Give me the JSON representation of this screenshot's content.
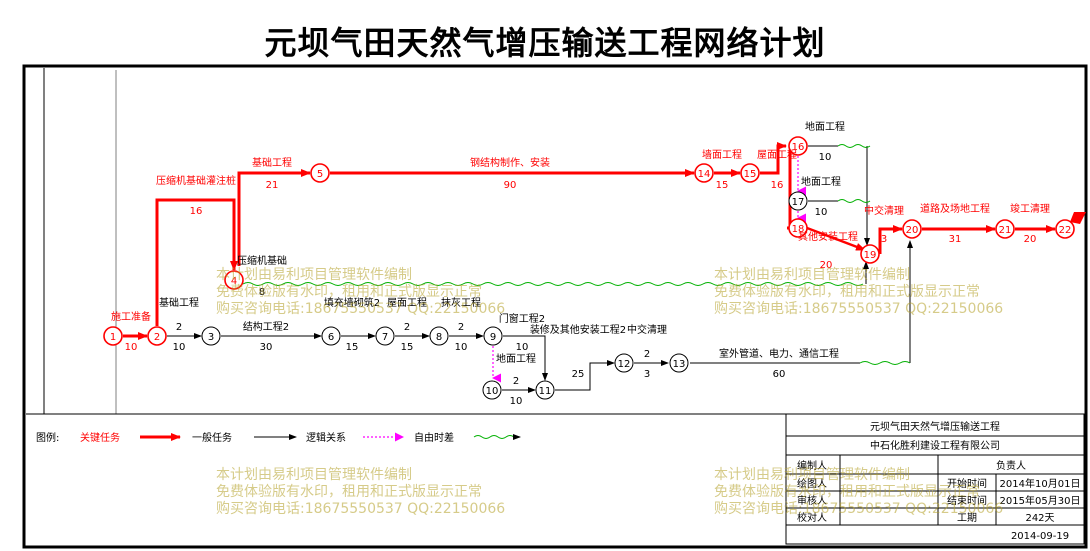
{
  "title": "元坝气田天然气增压输送工程网络计划",
  "nodes": [
    "1",
    "2",
    "3",
    "4",
    "5",
    "6",
    "7",
    "8",
    "9",
    "10",
    "11",
    "12",
    "13",
    "14",
    "15",
    "16",
    "17",
    "18",
    "19",
    "20",
    "21",
    "22"
  ],
  "tasks": {
    "t1_2": {
      "name": "施工准备",
      "dur": "10"
    },
    "t2_4": {
      "name": "压缩机基础灌注桩",
      "dur": "16"
    },
    "t4_5": {
      "name": "基础工程",
      "dur": "21"
    },
    "t5_14": {
      "name": "钢结构制作、安装",
      "dur": "90"
    },
    "t14_15": {
      "name": "墙面工程",
      "dur": "15"
    },
    "t15_16": {
      "name": "屋面工程",
      "dur": "16"
    },
    "t16_19": {
      "name": "地面工程",
      "dur": "10"
    },
    "t17_19": {
      "name": "地面工程",
      "dur": "10"
    },
    "t18_19": {
      "name": "其他安装工程",
      "dur": "20"
    },
    "t19_20": {
      "name": "中交清理",
      "n": "3"
    },
    "t20_21": {
      "name": "道路及场地工程",
      "dur": "31"
    },
    "t21_22": {
      "name": "竣工清理",
      "dur": "20"
    },
    "t4_above": {
      "name": "压缩机基础",
      "n": "8"
    },
    "t2_3": {
      "name": "基础工程",
      "n": "2",
      "dur": "10"
    },
    "t3_6": {
      "name": "结构工程2",
      "dur": "30"
    },
    "t6_7": {
      "name": "填充墙砌筑2",
      "dur": "15"
    },
    "t7_8": {
      "name": "屋面工程",
      "n": "2",
      "dur": "15"
    },
    "t8_9": {
      "name": "抹灰工程",
      "n": "2",
      "dur": "10"
    },
    "t9_11": {
      "name": "门窗工程2",
      "dur": "10"
    },
    "t10_11": {
      "name": "地面工程",
      "n": "2",
      "dur": "10"
    },
    "t11_12": {
      "name": "装修及其他安装工程2",
      "dur": "25"
    },
    "t12_13": {
      "name": "中交清理",
      "n": "2",
      "dur": "3"
    },
    "t13_20": {
      "name": "室外管道、电力、通信工程",
      "dur": "60"
    }
  },
  "legend": {
    "label": "图例:",
    "critical": "关键任务",
    "normal": "一般任务",
    "logic": "逻辑关系",
    "float": "自由时差"
  },
  "info": {
    "project": "元坝气田天然气增压输送工程",
    "company": "中石化胜利建设工程有限公司",
    "editor_label": "编制人",
    "drawer_label": "绘图人",
    "reviewer_label": "审核人",
    "checker_label": "校对人",
    "owner_label": "负责人",
    "start_label": "开始时间",
    "start": "2014年10月01日",
    "end_label": "结束时间",
    "end": "2015年05月30日",
    "period_label": "工期",
    "period": "242天",
    "date": "2014-09-19"
  },
  "watermark": {
    "line1": "本计划由易利项目管理软件编制",
    "line2": "免费体验版有水印，租用和正式版显示正常",
    "line3": "购买咨询电话:18675550537 QQ:22150066"
  },
  "colors": {
    "critical": "#ff0000",
    "normal": "#000000",
    "float_line": "#00b000",
    "dummy": "#ff00ff"
  }
}
